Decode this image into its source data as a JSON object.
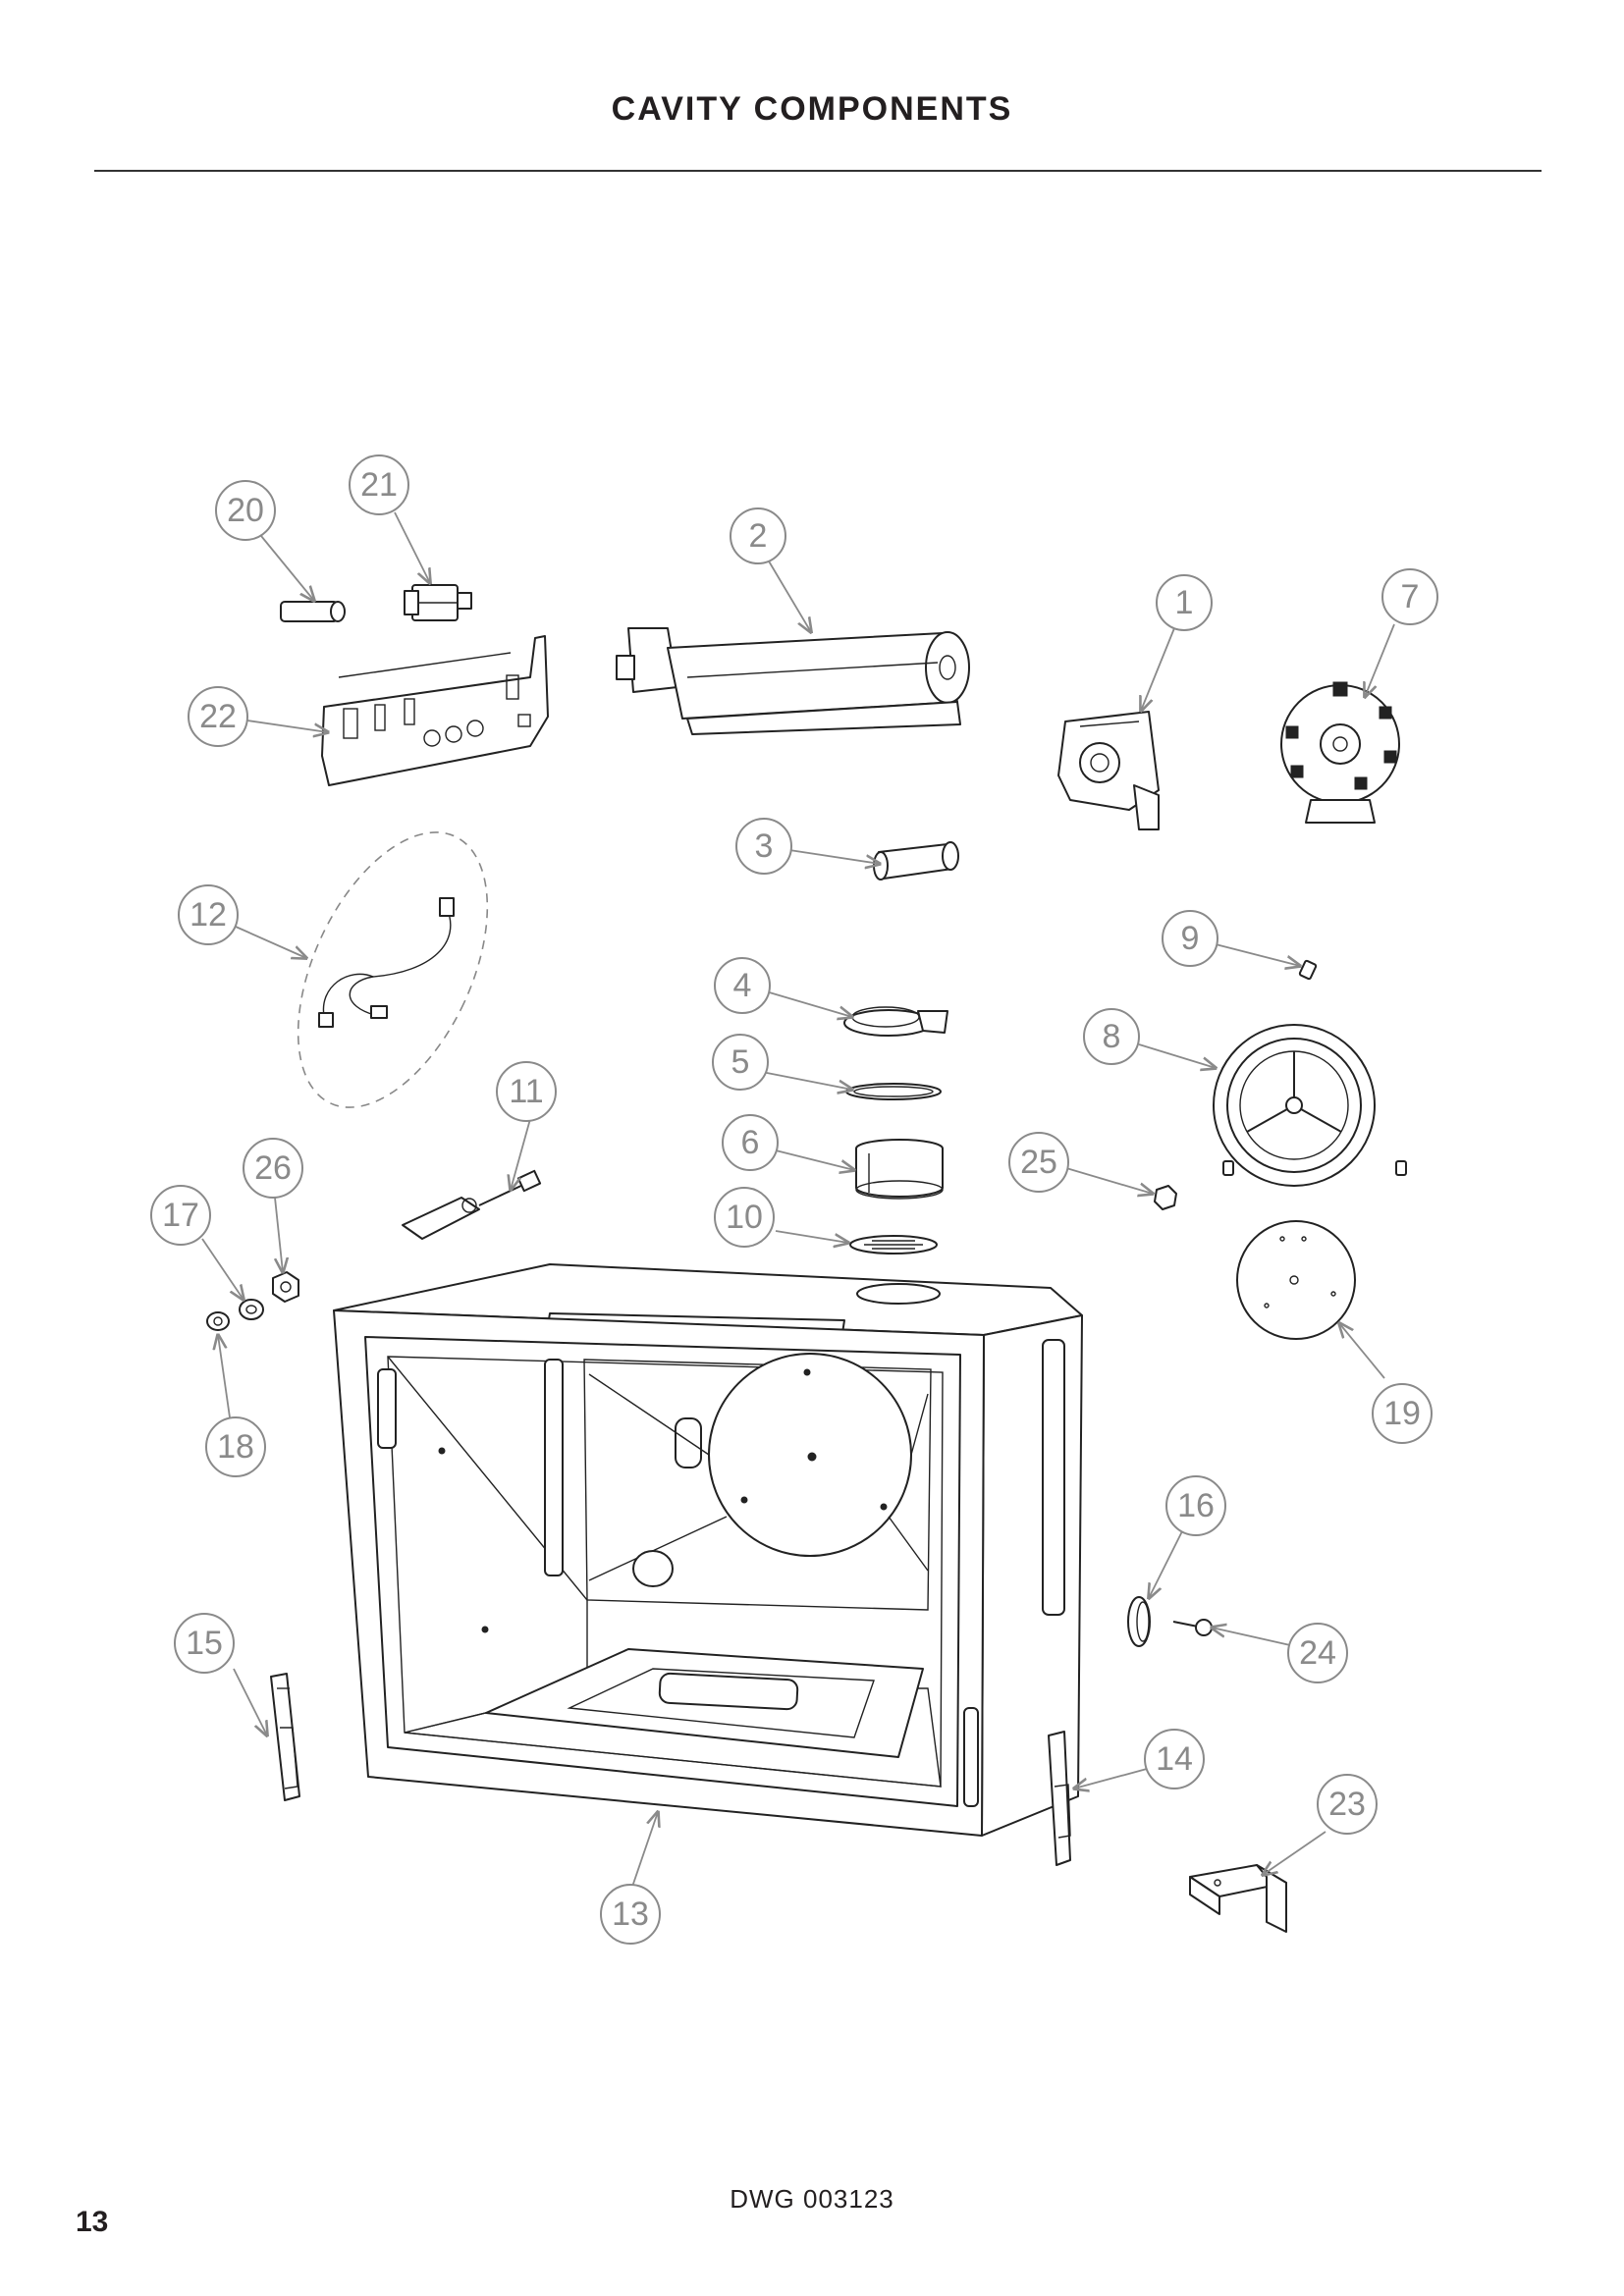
{
  "page": {
    "title": "CAVITY COMPONENTS",
    "page_number": "13",
    "drawing_number": "DWG 003123"
  },
  "callouts": [
    "1",
    "2",
    "3",
    "4",
    "5",
    "6",
    "7",
    "8",
    "9",
    "10",
    "11",
    "12",
    "13",
    "14",
    "15",
    "16",
    "17",
    "18",
    "19",
    "20",
    "21",
    "22",
    "23",
    "24",
    "25",
    "26"
  ]
}
